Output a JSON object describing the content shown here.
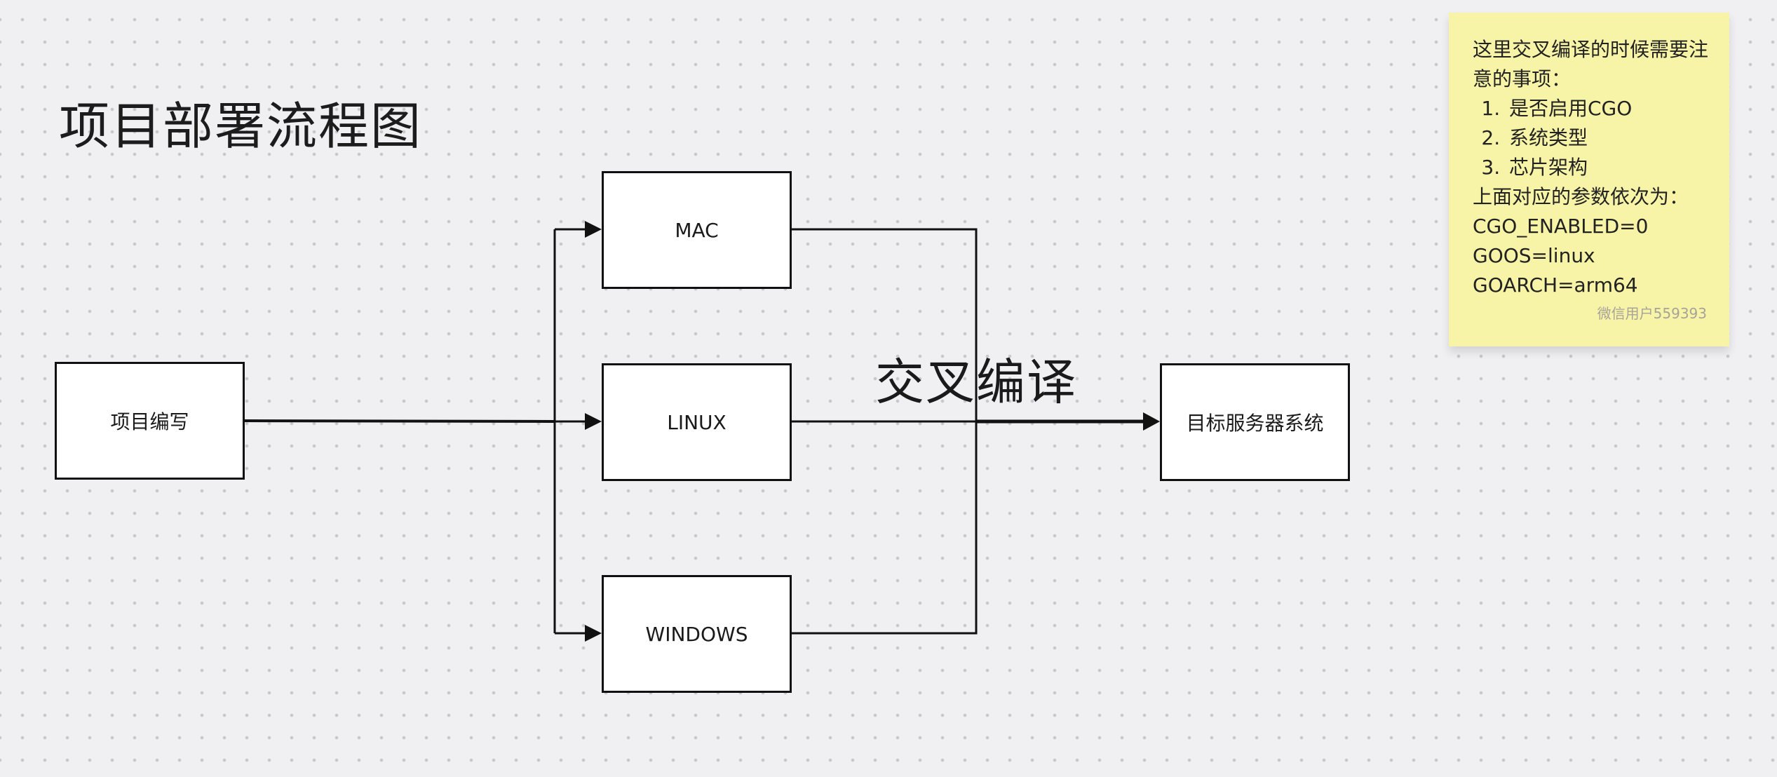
{
  "title": "项目部署流程图",
  "nodes": {
    "start": "项目编写",
    "mac": "MAC",
    "linux": "LINUX",
    "windows": "WINDOWS",
    "target": "目标服务器系统"
  },
  "cross_compile_label": "交叉编译",
  "sticky_note": {
    "intro": "这里交叉编译的时候需要注意的事项：",
    "items": [
      "是否启用CGO",
      "系统类型",
      "芯片架构"
    ],
    "params_heading": "上面对应的参数依次为：",
    "params": [
      "CGO_ENABLED=0",
      "GOOS=linux",
      "GOARCH=arm64"
    ],
    "author": "微信用户559393",
    "color": "#f7f3a7"
  },
  "colors": {
    "background": "#f0f0f3",
    "node_fill": "#ffffff",
    "stroke": "#111111"
  }
}
